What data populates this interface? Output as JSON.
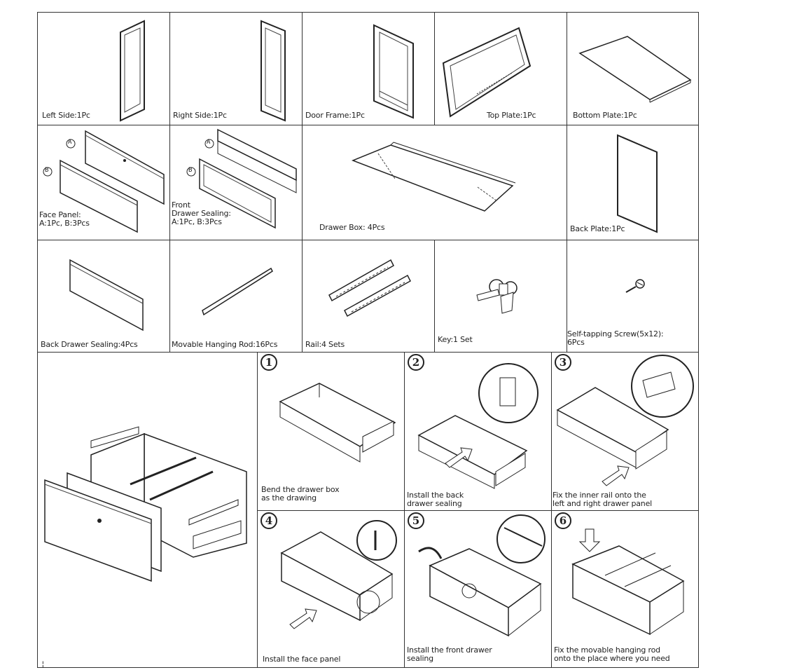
{
  "parts": [
    {
      "id": "left-side",
      "label": "Left Side:1Pc"
    },
    {
      "id": "right-side",
      "label": "Right Side:1Pc"
    },
    {
      "id": "door-frame",
      "label": "Door Frame:1Pc"
    },
    {
      "id": "top-plate",
      "label": "Top Plate:1Pc"
    },
    {
      "id": "bottom-plate",
      "label": "Bottom Plate:1Pc"
    },
    {
      "id": "face-panel",
      "label": "Face Panel:\nA:1Pc, B:3Pcs",
      "marker_a": "A",
      "marker_b": "B"
    },
    {
      "id": "front-drawer-sealing",
      "label": "Front\nDrawer Sealing:\nA:1Pc, B:3Pcs",
      "marker_a": "A",
      "marker_b": "B"
    },
    {
      "id": "drawer-box",
      "label": "Drawer Box: 4Pcs"
    },
    {
      "id": "back-plate",
      "label": "Back Plate:1Pc"
    },
    {
      "id": "back-drawer-sealing",
      "label": "Back Drawer Sealing:4Pcs"
    },
    {
      "id": "movable-hanging-rod",
      "label": "Movable Hanging Rod:16Pcs"
    },
    {
      "id": "rail",
      "label": "Rail:4 Sets"
    },
    {
      "id": "key",
      "label": "Key:1 Set"
    },
    {
      "id": "self-tapping-screw",
      "label": "Self-tapping Screw(5x12):\n6Pcs"
    }
  ],
  "steps": [
    {
      "number": "1",
      "text": "Bend the drawer box\nas the drawing"
    },
    {
      "number": "2",
      "text": "Install the back\ndrawer sealing"
    },
    {
      "number": "3",
      "text": "Fix the inner rail onto the\nleft and right drawer panel"
    },
    {
      "number": "4",
      "text": "Install the face panel"
    },
    {
      "number": "5",
      "text": "Install the front drawer\nsealing"
    },
    {
      "number": "6",
      "text": "Fix the movable hanging rod\nonto the place where you need"
    }
  ]
}
